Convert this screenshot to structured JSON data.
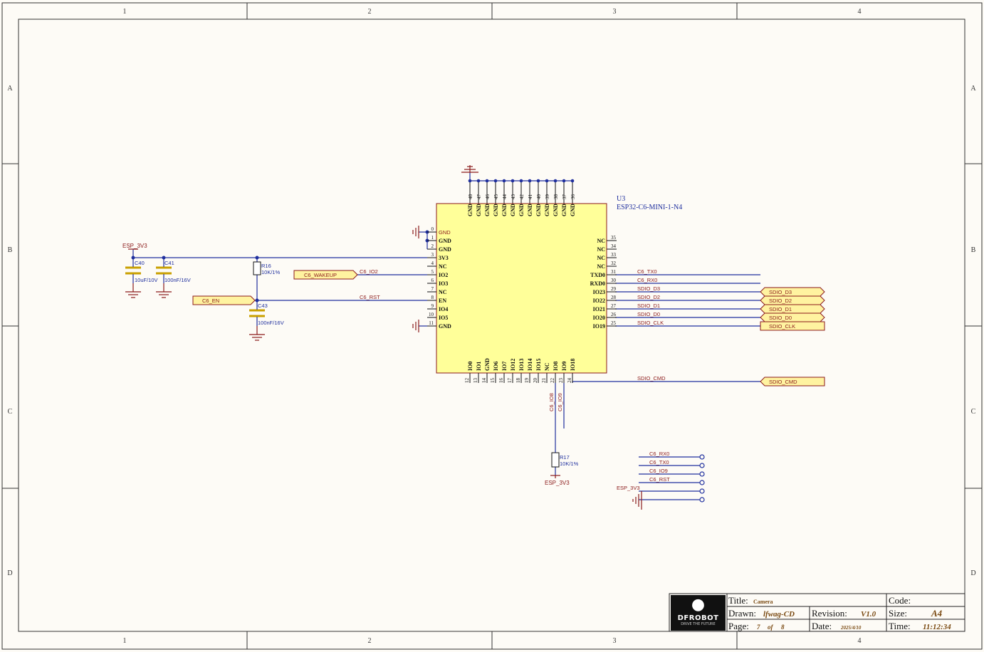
{
  "frame": {
    "col_labels": [
      "1",
      "2",
      "3",
      "4"
    ],
    "row_labels": [
      "A",
      "B",
      "C",
      "D"
    ]
  },
  "colors": {
    "wire": "#1f2f9e",
    "component": "#8b1a1a",
    "body_fill": "#ffff99",
    "port_fill": "#fff3a0",
    "cap": "#c9a000",
    "frame": "#333333"
  },
  "chip": {
    "designator": "U3",
    "part": "ESP32-C6-MINI-1-N4",
    "top_pins": [
      {
        "num": "48",
        "name": "GND"
      },
      {
        "num": "47",
        "name": "GND"
      },
      {
        "num": "46",
        "name": "GND"
      },
      {
        "num": "45",
        "name": "GND"
      },
      {
        "num": "44",
        "name": "GND"
      },
      {
        "num": "43",
        "name": "GND"
      },
      {
        "num": "42",
        "name": "GND"
      },
      {
        "num": "41",
        "name": "GND"
      },
      {
        "num": "40",
        "name": "GND"
      },
      {
        "num": "39",
        "name": "GND"
      },
      {
        "num": "38",
        "name": "GND"
      },
      {
        "num": "37",
        "name": "GND"
      },
      {
        "num": "36",
        "name": "GND"
      }
    ],
    "left_pins": [
      {
        "num": "0",
        "name": "GND"
      },
      {
        "num": "1",
        "name": "GND"
      },
      {
        "num": "2",
        "name": "GND"
      },
      {
        "num": "3",
        "name": "3V3"
      },
      {
        "num": "4",
        "name": "NC"
      },
      {
        "num": "5",
        "name": "IO2"
      },
      {
        "num": "6",
        "name": "IO3"
      },
      {
        "num": "7",
        "name": "NC"
      },
      {
        "num": "8",
        "name": "EN"
      },
      {
        "num": "9",
        "name": "IO4"
      },
      {
        "num": "10",
        "name": "IO5"
      },
      {
        "num": "11",
        "name": "GND"
      }
    ],
    "right_pins": [
      {
        "num": "35",
        "name": "NC"
      },
      {
        "num": "34",
        "name": "NC"
      },
      {
        "num": "33",
        "name": "NC"
      },
      {
        "num": "32",
        "name": "NC"
      },
      {
        "num": "31",
        "name": "TXD0"
      },
      {
        "num": "30",
        "name": "RXD0"
      },
      {
        "num": "29",
        "name": "IO23"
      },
      {
        "num": "28",
        "name": "IO22"
      },
      {
        "num": "27",
        "name": "IO21"
      },
      {
        "num": "26",
        "name": "IO20"
      },
      {
        "num": "25",
        "name": "IO19"
      }
    ],
    "bottom_pins": [
      {
        "num": "12",
        "name": "IO0"
      },
      {
        "num": "13",
        "name": "IO1"
      },
      {
        "num": "14",
        "name": "GND"
      },
      {
        "num": "15",
        "name": "IO6"
      },
      {
        "num": "16",
        "name": "IO7"
      },
      {
        "num": "17",
        "name": "IO12"
      },
      {
        "num": "18",
        "name": "IO13"
      },
      {
        "num": "19",
        "name": "IO14"
      },
      {
        "num": "20",
        "name": "IO15"
      },
      {
        "num": "21",
        "name": "NC"
      },
      {
        "num": "22",
        "name": "IO8"
      },
      {
        "num": "23",
        "name": "IO9"
      },
      {
        "num": "24",
        "name": "IO18"
      }
    ]
  },
  "components": {
    "c40": {
      "ref": "C40",
      "value": "10uF/10V"
    },
    "c41": {
      "ref": "C41",
      "value": "100nF/16V"
    },
    "c43": {
      "ref": "C43",
      "value": "100nF/16V"
    },
    "r16": {
      "ref": "R16",
      "value": "10K/1%"
    },
    "r17": {
      "ref": "R17",
      "value": "10K/1%"
    }
  },
  "nets": {
    "esp3v3": "ESP_3V3",
    "gnd": "GND",
    "c6_io2": "C6_IO2",
    "c6_rst": "C6_RST",
    "c6_tx0": "C6_TX0",
    "c6_rx0": "C6_RX0",
    "sdio_d3": "SDIO_D3",
    "sdio_d2": "SDIO_D2",
    "sdio_d1": "SDIO_D1",
    "sdio_d0": "SDIO_D0",
    "sdio_clk": "SDIO_CLK",
    "sdio_cmd": "SDIO_CMD",
    "c6_io8": "C6_IO8",
    "c6_io9": "C6_IO9"
  },
  "ports": {
    "wakeup": "C6_WAKEUP",
    "en": "C6_EN",
    "sdio_d3": "SDIO_D3",
    "sdio_d2": "SDIO_D2",
    "sdio_d1": "SDIO_D1",
    "sdio_d0": "SDIO_D0",
    "sdio_clk": "SDIO_CLK",
    "sdio_cmd": "SDIO_CMD"
  },
  "test_header": {
    "labels": [
      "C6_RX0",
      "C6_TX0",
      "C6_IO9",
      "C6_RST",
      "ESP_3V3"
    ]
  },
  "title_block": {
    "logo_text": "DFROBOT",
    "logo_tagline": "DRIVE THE FUTURE",
    "title_label": "Title:",
    "title_value": "Camera",
    "code_label": "Code:",
    "drawn_label": "Drawn:",
    "drawn_value": "lfwag-CD",
    "revision_label": "Revision:",
    "revision_value": "V1.0",
    "size_label": "Size:",
    "size_value": "A4",
    "page_label": "Page:",
    "page_value": "7",
    "page_of": "of",
    "page_total": "8",
    "date_label": "Date:",
    "date_value": "2025/4/10",
    "time_label": "Time:",
    "time_value": "11:12:34"
  }
}
